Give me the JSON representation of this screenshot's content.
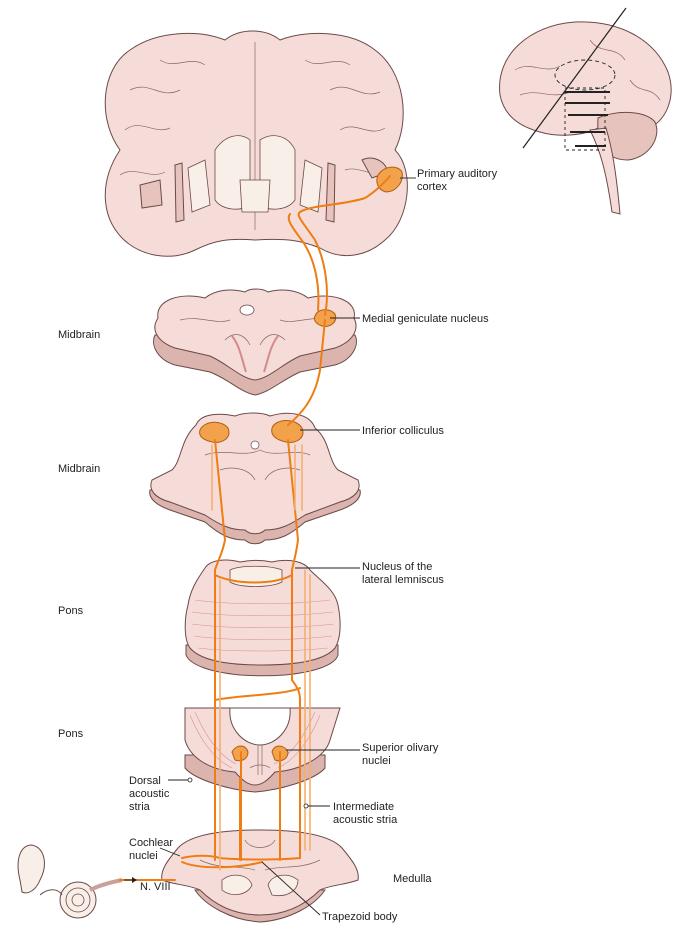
{
  "labels": {
    "primary_auditory_cortex": [
      "Primary auditory",
      "cortex"
    ],
    "medial_geniculate": "Medial geniculate nucleus",
    "inferior_colliculus": "Inferior colliculus",
    "lateral_lemniscus": [
      "Nucleus of the",
      "lateral lemniscus"
    ],
    "superior_olivary": [
      "Superior olivary",
      "nuclei"
    ],
    "dorsal_acoustic_stria": [
      "Dorsal",
      "acoustic",
      "stria"
    ],
    "intermediate_acoustic_stria": [
      "Intermediate",
      "acoustic stria"
    ],
    "cochlear_nuclei": [
      "Cochlear",
      "nuclei"
    ],
    "n_viii": "N. VIII",
    "trapezoid_body": "Trapezoid body"
  },
  "levels": {
    "midbrain_upper": "Midbrain",
    "midbrain_lower": "Midbrain",
    "pons_upper": "Pons",
    "pons_lower": "Pons",
    "medulla": "Medulla"
  },
  "colors": {
    "tissue": "#f6dcd8",
    "pathway": "#ee7d14",
    "nucleus": "#f2a24a"
  }
}
